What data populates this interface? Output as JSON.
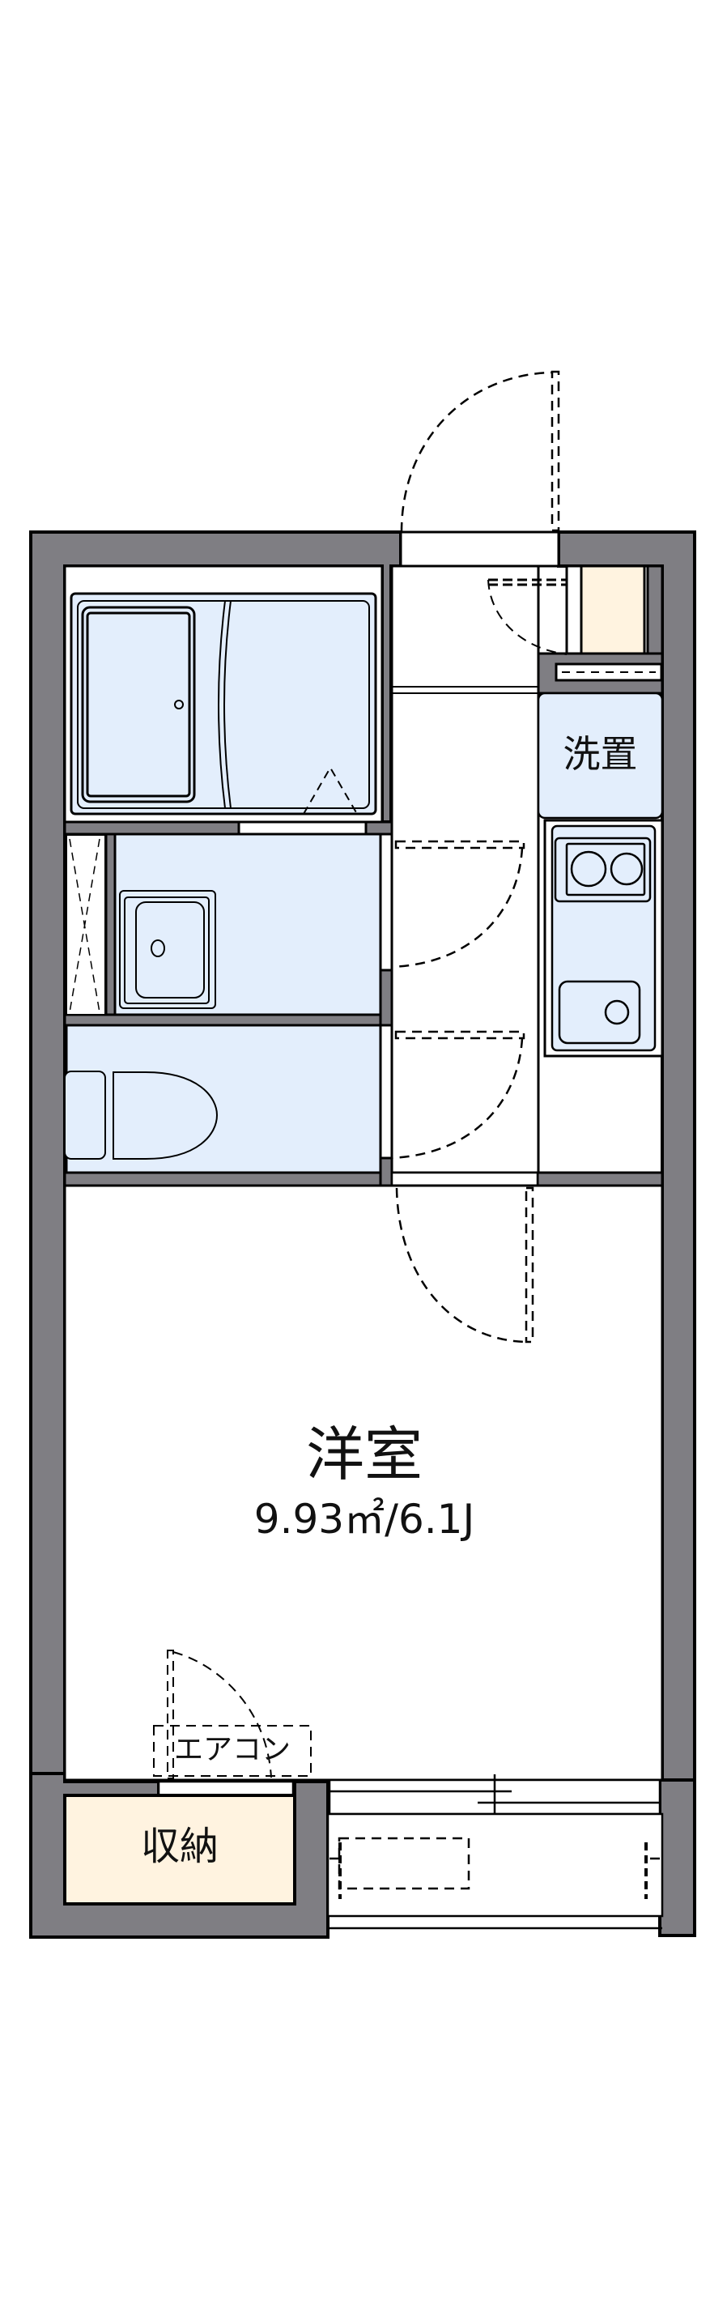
{
  "plan": {
    "type": "1K floor plan",
    "colors": {
      "wall": "#7f7e83",
      "wet_area": "#e3eefc",
      "storage": "#fff3e0",
      "line": "#000000",
      "floor": "#ffffff"
    },
    "rooms": {
      "western_room": {
        "label": "洋室",
        "area": "9.93㎡/6.1J"
      },
      "washer_space": {
        "label": "洗置"
      },
      "storage": {
        "label": "収納"
      },
      "air_conditioner": {
        "label": "エアコン"
      },
      "bathroom": {
        "label": ""
      },
      "washroom": {
        "label": ""
      },
      "toilet": {
        "label": ""
      },
      "kitchen": {
        "label": ""
      },
      "entrance": {
        "label": ""
      },
      "balcony": {
        "label": ""
      }
    }
  }
}
